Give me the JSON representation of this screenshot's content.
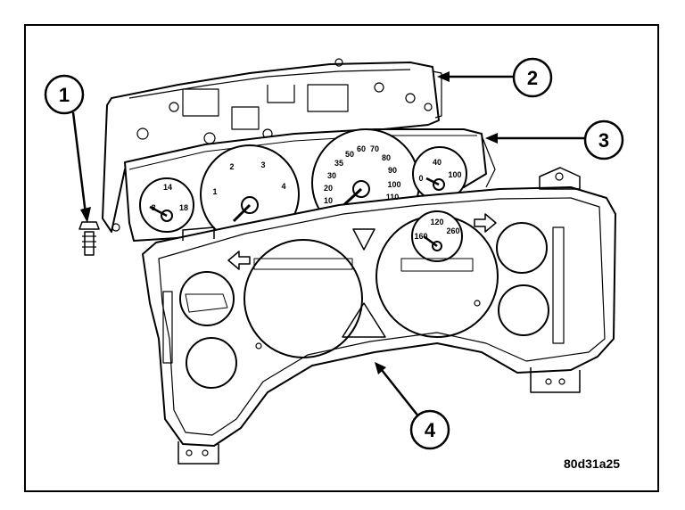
{
  "figure": {
    "id": "80d31a25",
    "callouts": [
      {
        "label": "1"
      },
      {
        "label": "2"
      },
      {
        "label": "3"
      },
      {
        "label": "4"
      }
    ]
  },
  "gauges": {
    "small_left": [
      "8",
      "14",
      "18"
    ],
    "tachometer": [
      "1",
      "2",
      "3",
      "4"
    ],
    "speedometer": [
      "10",
      "20",
      "30",
      "35",
      "50",
      "60",
      "70",
      "80",
      "90",
      "100",
      "110"
    ],
    "small_right": [
      "0",
      "40",
      "100"
    ],
    "lower_center": [
      "160",
      "120",
      "260"
    ]
  },
  "colors": {
    "line": "#000000",
    "background": "#ffffff"
  }
}
